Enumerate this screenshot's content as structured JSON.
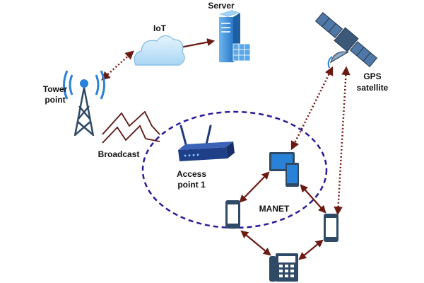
{
  "labels": {
    "server": "Server",
    "iot": "IoT",
    "tower_line1": "Tower",
    "tower_line2": "point",
    "gps_line1": "GPS",
    "gps_line2": "satellite",
    "broadcast": "Broadcast",
    "access_line1": "Access",
    "access_line2": "point 1",
    "manet": "MANET"
  },
  "colors": {
    "dotted_link": "#7a1515",
    "solid_link": "#6b1a12",
    "manet_ring": "#2a1a9a",
    "cloud": "#bfe1f7",
    "server": "#3c8fd8",
    "device": "#2f4a66",
    "accent": "#2a82d8"
  },
  "icons": [
    "cloud-icon",
    "server-icon",
    "tower-icon",
    "satellite-icon",
    "router-icon",
    "tablet-icon",
    "smartphone-icon",
    "desk-phone-icon"
  ]
}
